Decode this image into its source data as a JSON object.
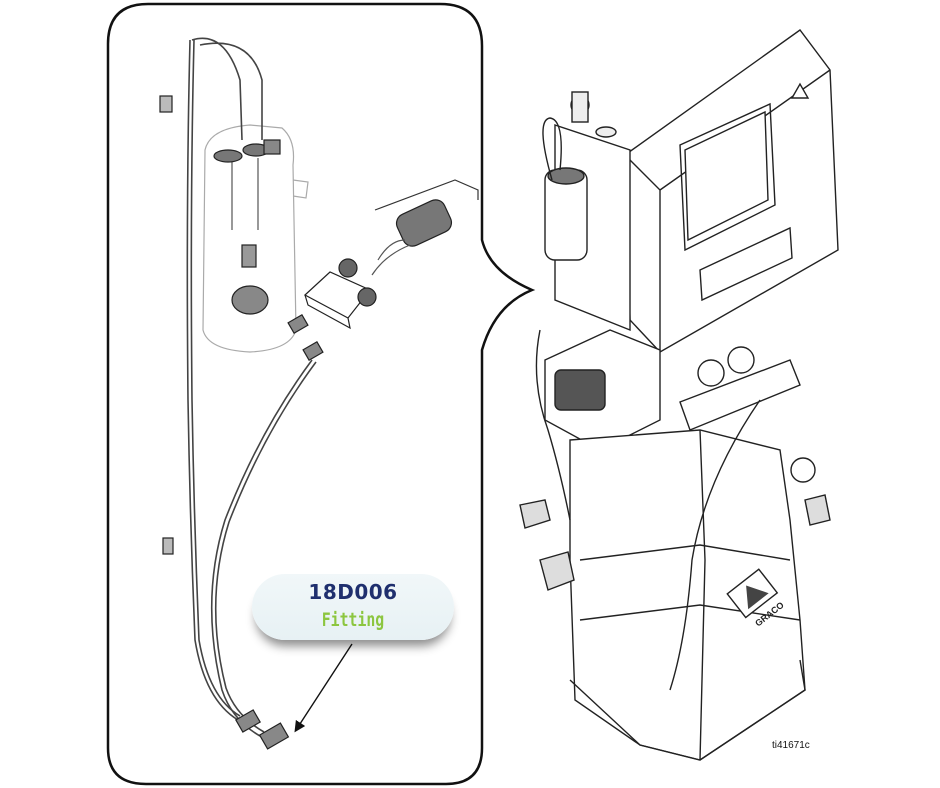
{
  "callout": {
    "part_number": "18D006",
    "part_name": "Fitting"
  },
  "figure_id": "ti41671c",
  "colors": {
    "part_number": "#1f2f6e",
    "part_name": "#8cc63f",
    "line_art": "#222222"
  },
  "icons": [
    "graco-logo",
    "pressure-gauge-icon",
    "warning-triangle-icon"
  ]
}
